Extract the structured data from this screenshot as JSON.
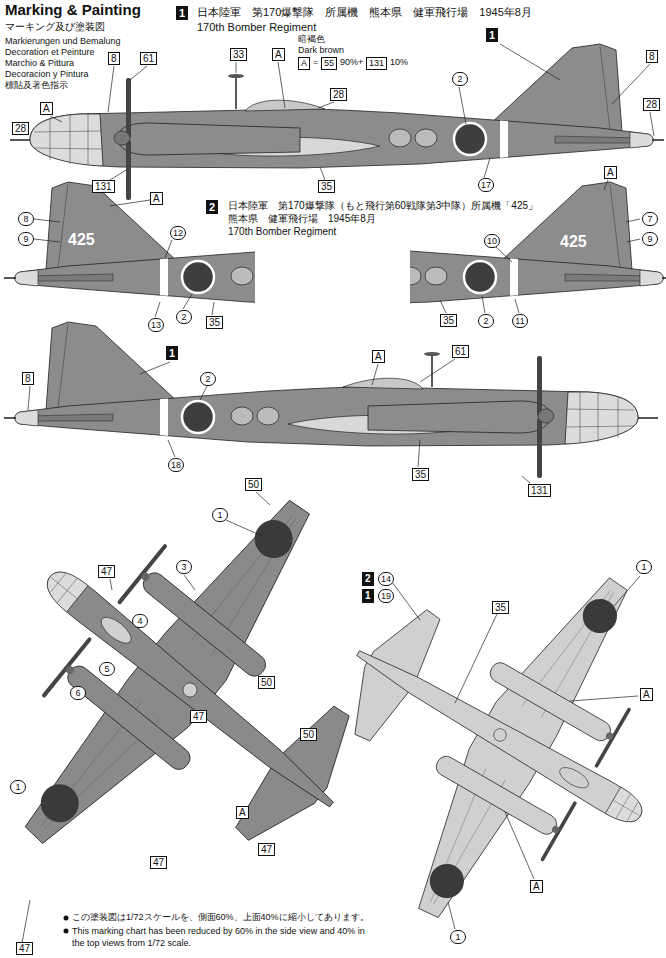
{
  "diagram": {
    "title": "Marking & Painting",
    "labels": [
      "マーキング及び塗装図",
      "Markierungen und Bemalung",
      "Decoration et Peinture",
      "Marchio & Pittura",
      "Decoracion y Pintura",
      "標貼及著色指示",
      "1",
      "日本陸軍　第170爆撃隊　所属機　熊本県　健軍飛行場　1945年8月",
      "170th Bomber Regiment",
      "暗褐色",
      "Dark brown",
      "A",
      "=",
      "55",
      "90%+",
      "131",
      "10%",
      "8",
      "61",
      "33",
      "A",
      "28",
      "A",
      "28",
      "131",
      "35",
      "1",
      "8",
      "28",
      "2",
      "17",
      "2",
      "日本陸軍　第170爆撃隊（もと飛行第60戦隊第3中隊）所属機「425」",
      "熊本県　健軍飛行場　1945年8月",
      "170th Bomber Regiment",
      "A",
      "8",
      "9",
      "425",
      "12",
      "2",
      "35",
      "13",
      "A",
      "7",
      "9",
      "425",
      "10",
      "35",
      "2",
      "11",
      "1",
      "8",
      "2",
      "18",
      "A",
      "61",
      "35",
      "131",
      "50",
      "1",
      "3",
      "47",
      "4",
      "5",
      "6",
      "50",
      "47",
      "50",
      "A",
      "47",
      "1",
      "47",
      "47",
      "2",
      "14",
      "1",
      "19",
      "35",
      "1",
      "A",
      "A",
      "1",
      "この塗装図は1/72スケールを、側面60%、上面40%に縮小してあります。",
      "This marking chart has been reduced by 60% in the side view and 40% in the top views from 1/72 scale."
    ]
  }
}
